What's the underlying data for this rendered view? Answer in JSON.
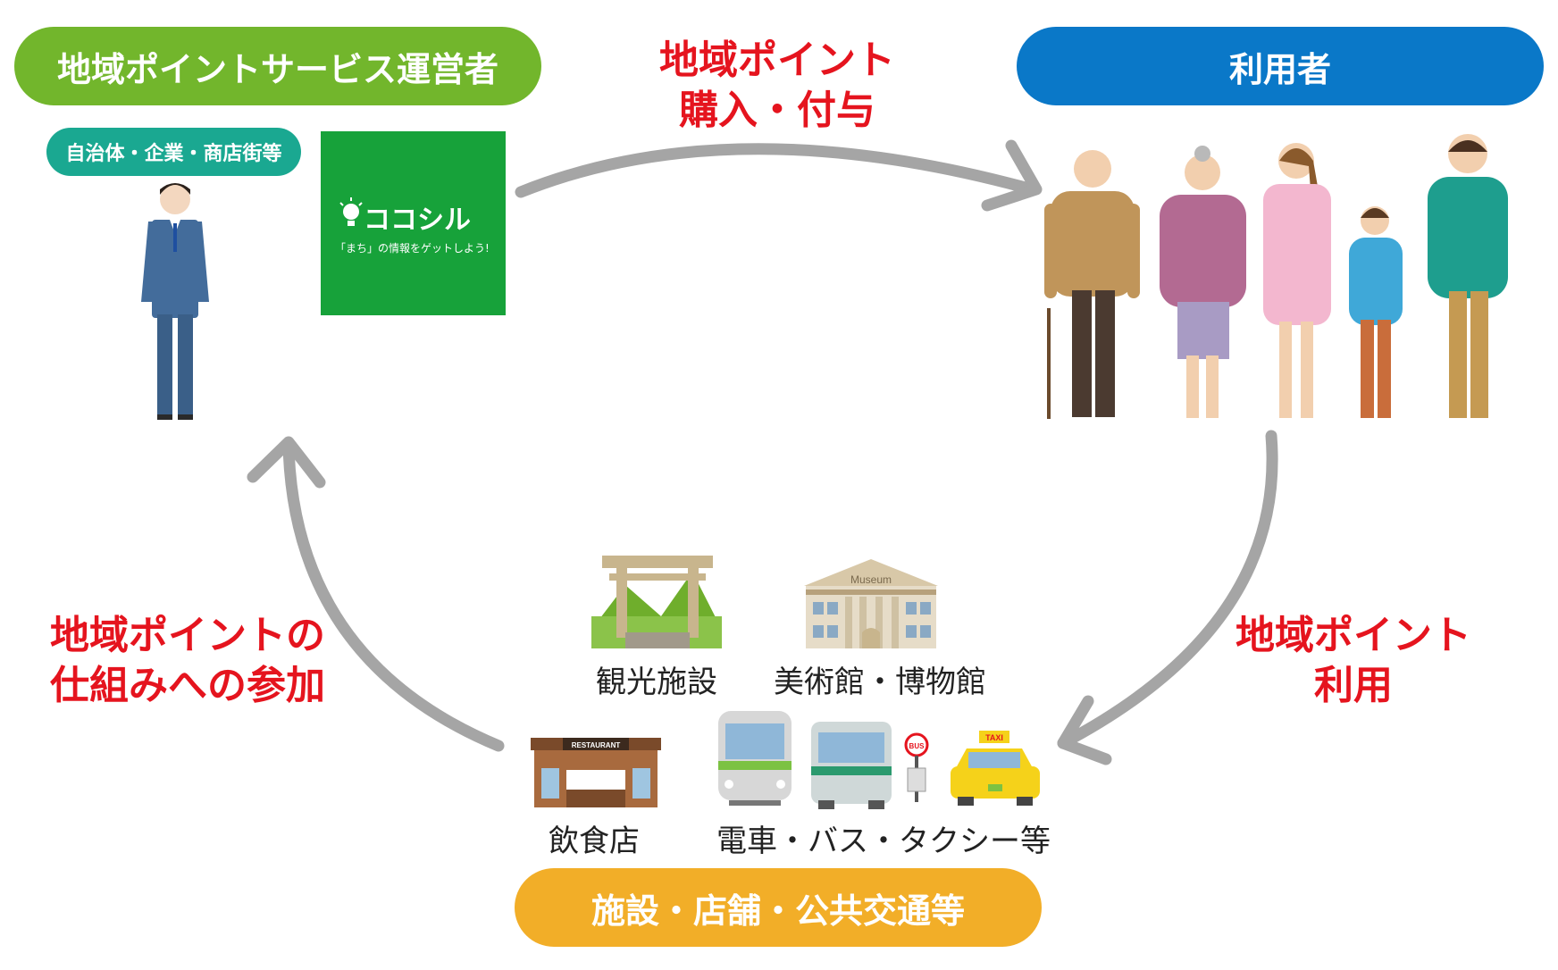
{
  "operator": {
    "title": "地域ポイントサービス運営者",
    "sub_badge": "自治体・企業・商店街等",
    "logo": {
      "name": "ココシル",
      "tagline": "「まち」の情報をゲットしよう!"
    }
  },
  "users": {
    "title": "利用者"
  },
  "facilities": {
    "title": "施設・店舗・公共交通等"
  },
  "flows": {
    "top": {
      "line1": "地域ポイント",
      "line2": "購入・付与"
    },
    "right": {
      "line1": "地域ポイント",
      "line2": "利用"
    },
    "left": {
      "line1": "地域ポイントの",
      "line2": "仕組みへの参加"
    }
  },
  "places": {
    "sightseeing": "観光施設",
    "museum": "美術館・博物館",
    "museum_sign": "Museum",
    "restaurant": "飲食店",
    "restaurant_sign": "RESTAURANT",
    "transport": "電車・バス・タクシー等",
    "bus_sign": "BUS",
    "taxi_sign": "TAXI"
  },
  "colors": {
    "operator_green": "#72b62c",
    "badge_teal": "#1aa891",
    "users_blue": "#0a78c8",
    "facilities_yellow": "#f2ae28",
    "label_red": "#e5141e",
    "arrow_gray": "#a5a5a5",
    "logo_green": "#17a23a"
  }
}
